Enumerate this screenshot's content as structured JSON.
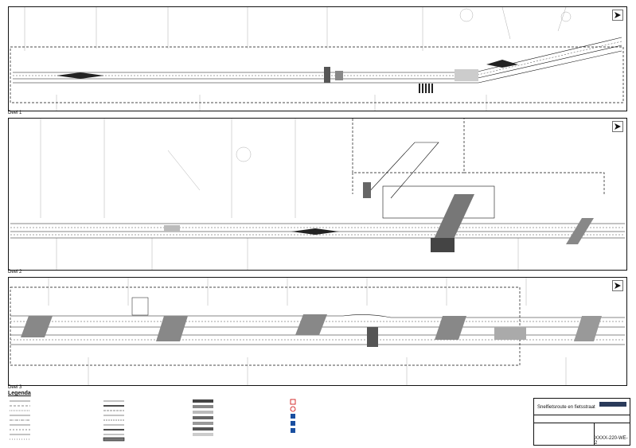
{
  "panels": [
    {
      "label": "Deel 1"
    },
    {
      "label": "Deel 2"
    },
    {
      "label": "Deel 3"
    }
  ],
  "legend": {
    "title": "Legenda"
  },
  "titleblock": {
    "title": "Snelfietsroute en fietsstraat",
    "drawing_code": "XXXX-220-WE-2"
  },
  "colors": {
    "line": "#111111",
    "hatch": "#555555",
    "logo": "#2a3a5a"
  }
}
